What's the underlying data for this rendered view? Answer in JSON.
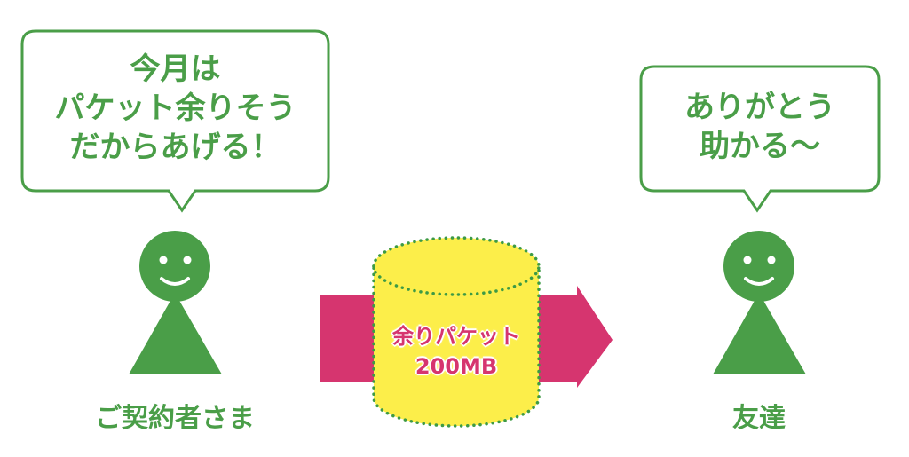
{
  "sender": {
    "bubble_lines": [
      "今月は",
      "パケット余りそう",
      "だからあげる！"
    ],
    "label": "ご契約者さま"
  },
  "receiver": {
    "bubble_lines": [
      "ありがとう",
      "助かる〜"
    ],
    "label": "友達"
  },
  "packet": {
    "line1": "余りパケット",
    "line2": "200MB"
  },
  "colors": {
    "green": "#4a9e48",
    "magenta": "#d6356f",
    "yellow": "#fcee4a"
  }
}
